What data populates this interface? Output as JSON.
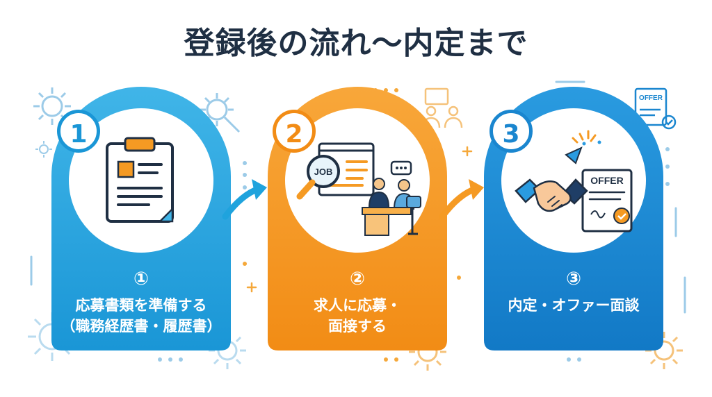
{
  "title": "登録後の流れ〜内定まで",
  "colors": {
    "blue": "#1fa3dd",
    "orange": "#f59a23",
    "deep_blue": "#1a86cf",
    "dark": "#1f2f43"
  },
  "steps": [
    {
      "number": "1",
      "mark": "①",
      "line1": "応募書類を準備する",
      "line2": "（職務経歴書・履歴書）",
      "icon": "clipboard-resume-icon"
    },
    {
      "number": "2",
      "mark": "②",
      "line1": "求人に応募・",
      "line2": "面接する",
      "icon": "job-interview-icon",
      "job_label": "JOB"
    },
    {
      "number": "3",
      "mark": "③",
      "line1": "内定・オファー面談",
      "line2": "",
      "icon": "handshake-offer-icon",
      "offer_label": "OFFER"
    }
  ],
  "corner_offer_label": "OFFER"
}
